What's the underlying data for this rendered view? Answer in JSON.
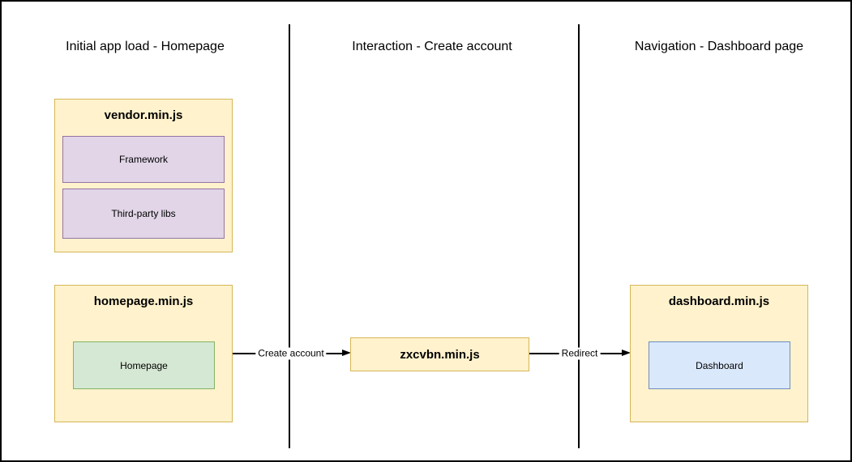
{
  "diagram": {
    "columns": [
      {
        "title": "Initial app load - Homepage"
      },
      {
        "title": "Interaction - Create account"
      },
      {
        "title": "Navigation - Dashboard page"
      }
    ],
    "bundles": {
      "vendor": {
        "title": "vendor.min.js",
        "modules": [
          {
            "label": "Framework"
          },
          {
            "label": "Third-party libs"
          }
        ]
      },
      "homepage": {
        "title": "homepage.min.js",
        "modules": [
          {
            "label": "Homepage"
          }
        ]
      },
      "zxcvbn": {
        "title": "zxcvbn.min.js"
      },
      "dashboard": {
        "title": "dashboard.min.js",
        "modules": [
          {
            "label": "Dashboard"
          }
        ]
      }
    },
    "edges": [
      {
        "label": "Create account",
        "from": "homepage.min.js",
        "to": "zxcvbn.min.js"
      },
      {
        "label": "Redirect",
        "from": "zxcvbn.min.js",
        "to": "dashboard.min.js"
      }
    ],
    "colors": {
      "bundle_fill": "#FFF2CC",
      "bundle_border": "#D6B656",
      "framework_module_fill": "#E1D5E7",
      "framework_module_border": "#9673A6",
      "homepage_module_fill": "#D5E8D4",
      "homepage_module_border": "#82B366",
      "dashboard_module_fill": "#DAE8FC",
      "dashboard_module_border": "#6C8EBF",
      "line_color": "#000000"
    }
  }
}
